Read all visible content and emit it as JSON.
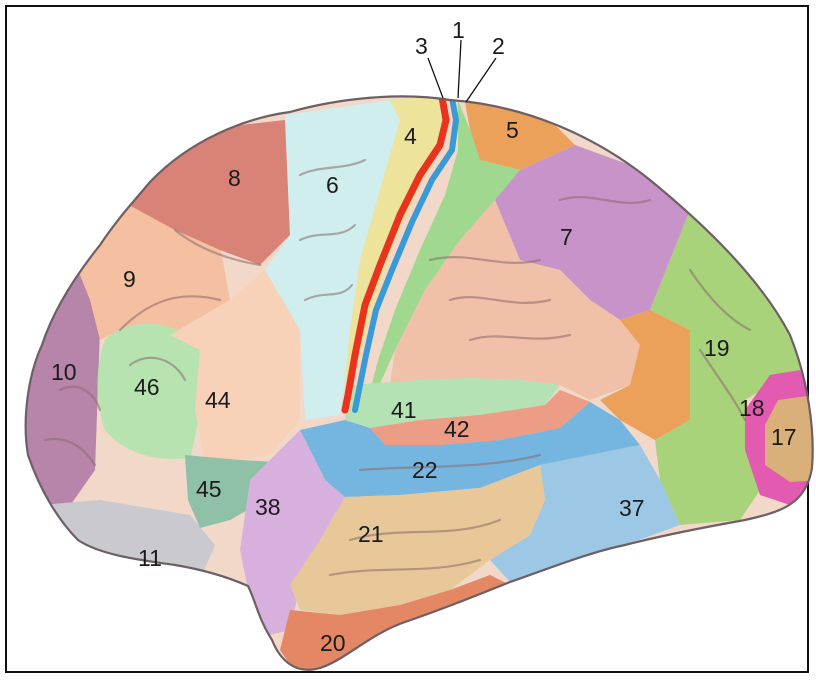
{
  "areas": [
    {
      "id": "1",
      "label": "1",
      "color": "#3a9ad6"
    },
    {
      "id": "2",
      "label": "2",
      "color": "#9fd88e"
    },
    {
      "id": "3",
      "label": "3",
      "color": "#e8331f"
    },
    {
      "id": "4",
      "label": "4",
      "color": "#eee39a"
    },
    {
      "id": "5",
      "label": "5",
      "color": "#eba15a"
    },
    {
      "id": "6",
      "label": "6",
      "color": "#cfeeed"
    },
    {
      "id": "7",
      "label": "7",
      "color": "#c893c9"
    },
    {
      "id": "8",
      "label": "8",
      "color": "#d98378"
    },
    {
      "id": "9",
      "label": "9",
      "color": "#f5bfa1"
    },
    {
      "id": "10",
      "label": "10",
      "color": "#b785a9"
    },
    {
      "id": "11",
      "label": "11",
      "color": "#c9c9cf"
    },
    {
      "id": "17",
      "label": "17",
      "color": "#d9b07a"
    },
    {
      "id": "18",
      "label": "18",
      "color": "#e35ab1"
    },
    {
      "id": "19",
      "label": "19",
      "color": "#a8d37b"
    },
    {
      "id": "20",
      "label": "20",
      "color": "#e48764"
    },
    {
      "id": "21",
      "label": "21",
      "color": "#e8c899"
    },
    {
      "id": "22",
      "label": "22",
      "color": "#74b6df"
    },
    {
      "id": "37",
      "label": "37",
      "color": "#9cc8e6"
    },
    {
      "id": "38",
      "label": "38",
      "color": "#d8b0de"
    },
    {
      "id": "41",
      "label": "41",
      "color": "#b5e2b4"
    },
    {
      "id": "42",
      "label": "42",
      "color": "#ed9c86"
    },
    {
      "id": "44",
      "label": "44",
      "color": "#f8d2b8"
    },
    {
      "id": "45",
      "label": "45",
      "color": "#8fc0a8"
    },
    {
      "id": "46",
      "label": "46",
      "color": "#b7e3b0"
    }
  ],
  "colors": {
    "border": "#111111",
    "outline": "#6d5f64",
    "sulcus": "#7d5d62",
    "background": "#ffffff"
  }
}
